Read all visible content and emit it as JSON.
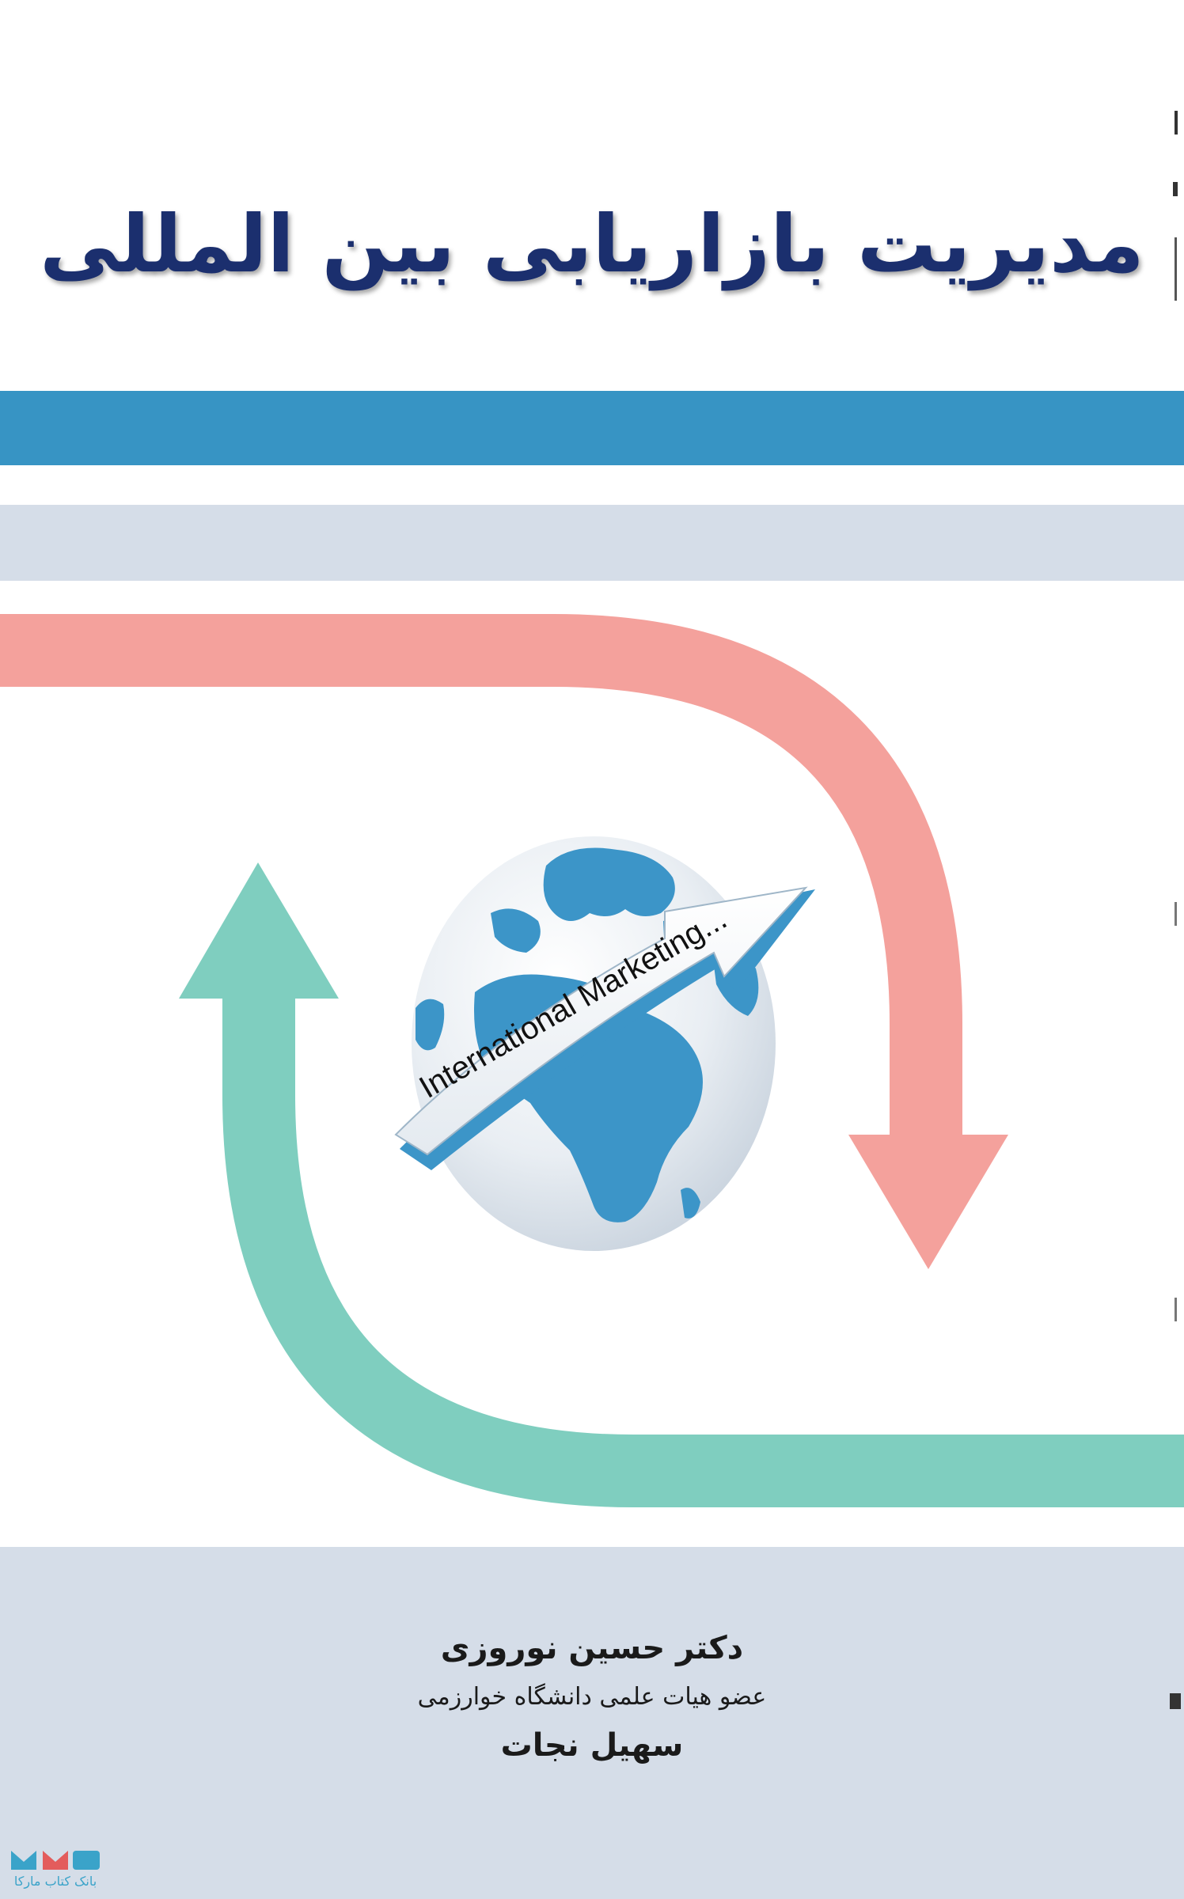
{
  "cover": {
    "title": "مدیریت بازاریابی بین المللی",
    "globe_banner": "International Marketing...",
    "authors": {
      "author1": "دکتر حسین نوروزی",
      "affiliation": "عضو هیات علمی دانشگاه خوارزمی",
      "author2": "سهیل نجات"
    },
    "publisher_logo": {
      "text": "بانک کتاب مارکا",
      "icon": "marka-logo-icon"
    }
  },
  "colors": {
    "title": "#1b2f6e",
    "blue_band": "#3794c4",
    "grey_band": "#d5dde8",
    "red_arrow": "#f4a19c",
    "green_arrow": "#7fcebf",
    "globe_land": "#3c95c8"
  }
}
